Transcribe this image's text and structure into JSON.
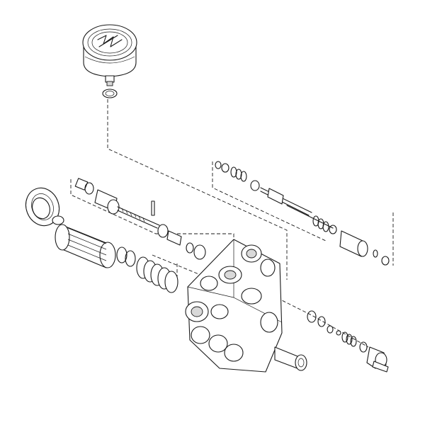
{
  "diagram": {
    "parts": [
      {
        "id": "pressure-gauge"
      },
      {
        "id": "gauge-o-ring"
      },
      {
        "id": "unloader-valve-body"
      },
      {
        "id": "regulator-knob"
      },
      {
        "id": "unloader-spring-stack"
      },
      {
        "id": "thermal-relief-valve-assembly"
      },
      {
        "id": "injector-check-valve"
      },
      {
        "id": "chemical-injector-fitting"
      },
      {
        "id": "seal-ring"
      }
    ]
  }
}
